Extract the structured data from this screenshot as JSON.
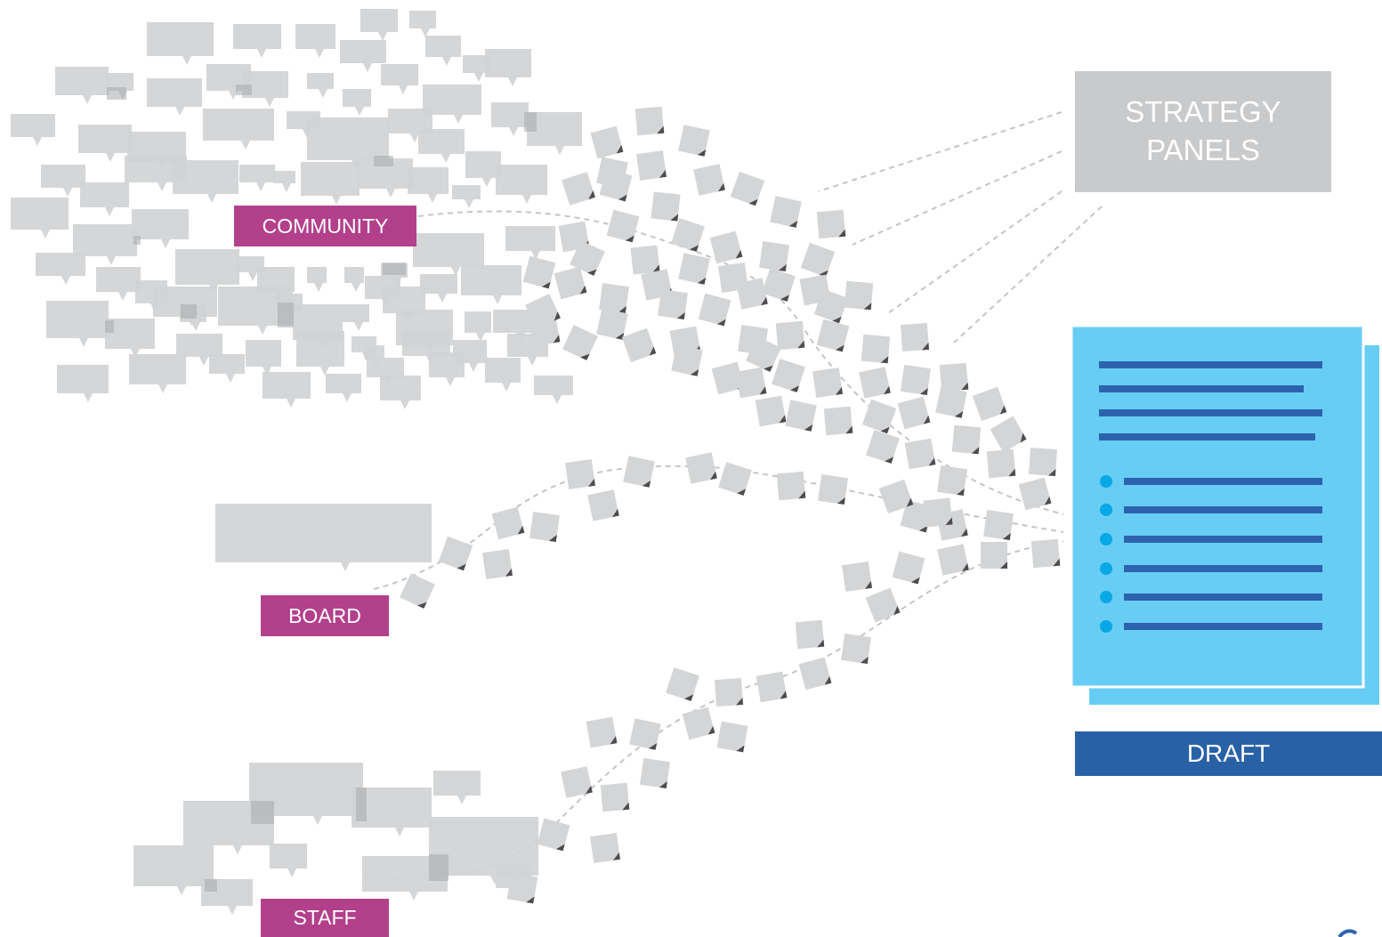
{
  "diagram": {
    "sources": [
      {
        "id": "community",
        "label": "COMMUNITY"
      },
      {
        "id": "board",
        "label": "BOARD"
      },
      {
        "id": "staff",
        "label": "STAFF"
      }
    ],
    "strategy_panels": {
      "label": "STRATEGY\nPANELS"
    },
    "draft": {
      "label": "DRAFT"
    }
  },
  "colors": {
    "source_label": "#b3408b",
    "bubble": "#d1d3d4",
    "bubble_overlap": "#a7a9ab",
    "note": "#d4d5d6",
    "note_fold": "#4d4d4f",
    "panel": "#c9cacb",
    "dash_line": "#c4c5c6",
    "document": "#67cdf5",
    "document_line": "#2d63ae",
    "bullet": "#08a7e5",
    "draft_label": "#2861a6"
  }
}
